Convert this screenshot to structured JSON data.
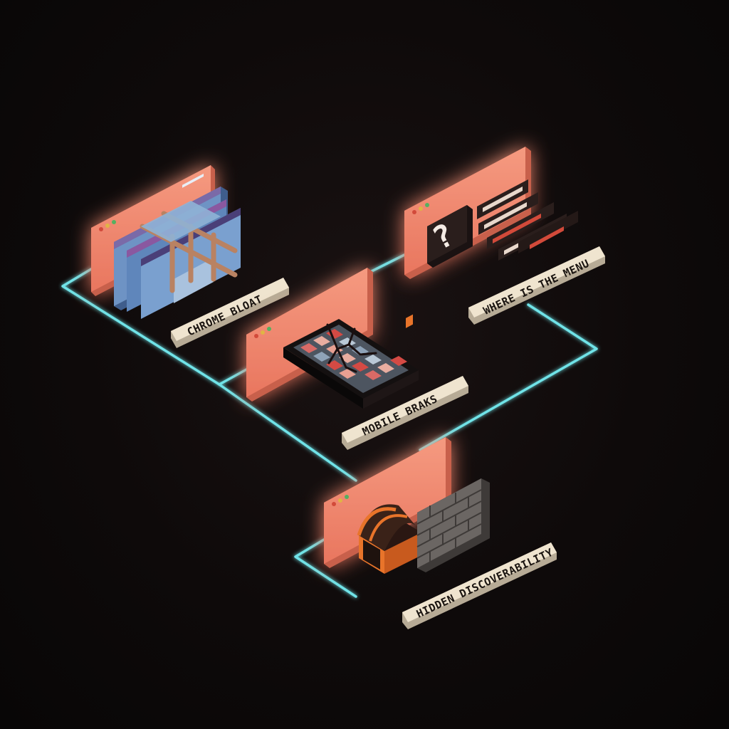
{
  "labels": {
    "chrome_bloat": "CHROME BLOAT",
    "where_is_the_menu": "WHERE IS THE MENU",
    "mobile_breaks": "MOBILE BRAKS",
    "hidden_discoverability": "HIDDEN DISCOVERABILITY"
  },
  "menu_panel": {
    "glyph": "?"
  },
  "colors": {
    "background": "#0c0909",
    "panel": "#f08a72",
    "panel_side": "#c8604c",
    "connector": "#6fe3e8",
    "label_card": "#efe4cf",
    "label_text": "#1a1410",
    "window_blue": "#6e93c4",
    "brick": "#6b6663",
    "chest_orange": "#e8742a"
  },
  "icons": {
    "chrome_bloat": "stacked-browser-windows-icon",
    "where_is_the_menu": "question-mark-menu-icon",
    "mobile_breaks": "cracked-phone-icon",
    "hidden_discoverability": "treasure-chest-behind-wall-icon"
  }
}
